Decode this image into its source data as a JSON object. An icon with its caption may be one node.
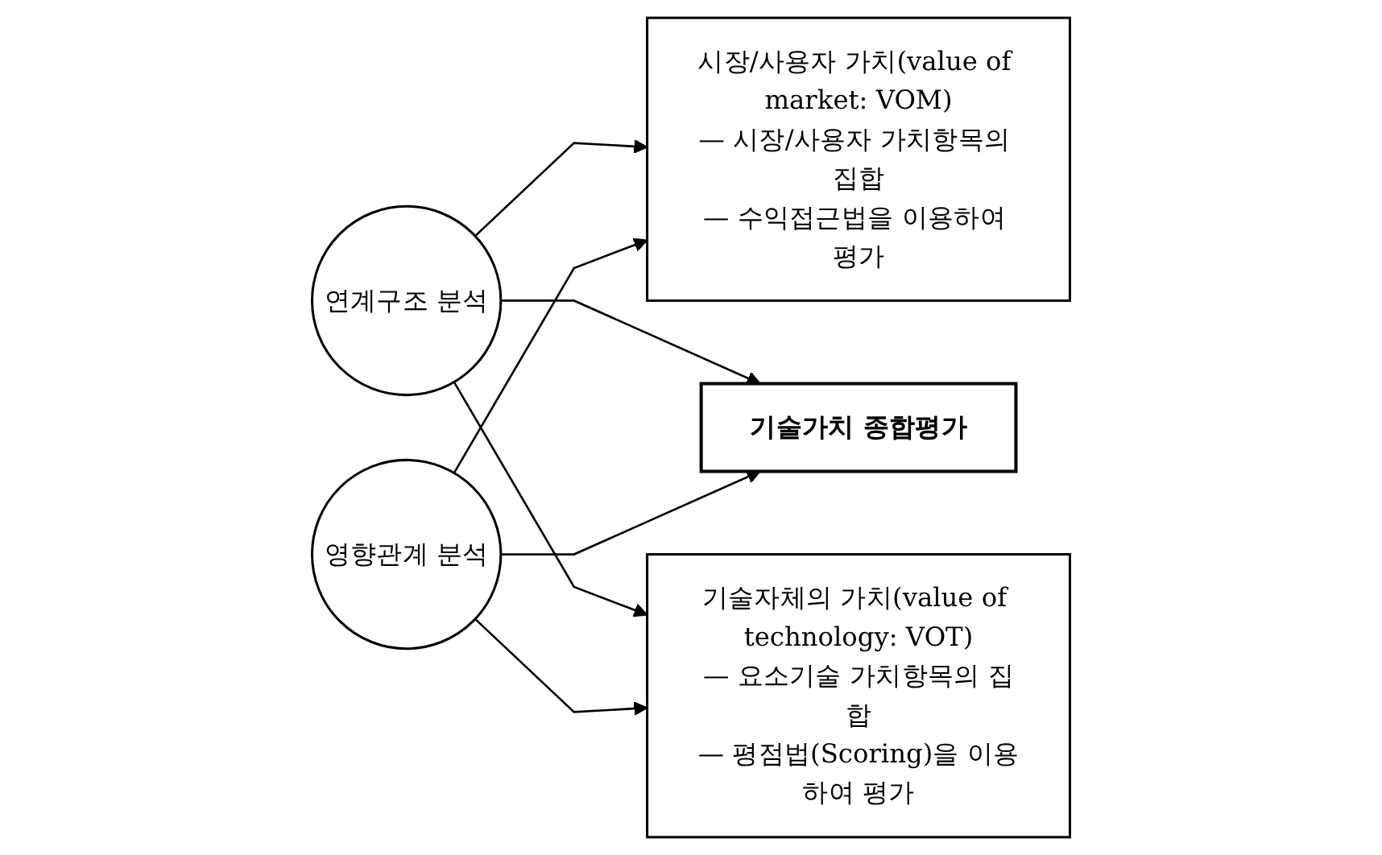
{
  "diagram": {
    "nodes": [
      {
        "text": [
          "시장/사용자 가치(value of market: VOM)",
          "— 시장/사용자 가치항목의 집합",
          "— 수익접근법을 이용하여 평가"
        ]
      },
      {
        "text": [
          "연계구조 분석"
        ]
      },
      {
        "text": [
          "기술가치 종합평가"
        ]
      },
      {
        "text": [
          "영향관계 분석"
        ]
      },
      {
        "text": [
          "기술자체의 가치(value of technology: VOT)",
          "— 요소기술 가치항목의 집합",
          "— 평점법(Scoring)을 이용하여 평가"
        ]
      }
    ],
    "edges": [
      {
        "from": 1,
        "to": 0,
        "arrow": "to"
      },
      {
        "from": 1,
        "to": 2,
        "arrow": "to"
      },
      {
        "from": 1,
        "to": 4,
        "arrow": "to"
      },
      {
        "from": 3,
        "to": 0,
        "arrow": "to"
      },
      {
        "from": 3,
        "to": 2,
        "arrow": "to"
      },
      {
        "from": 3,
        "to": 4,
        "arrow": "to"
      }
    ]
  }
}
